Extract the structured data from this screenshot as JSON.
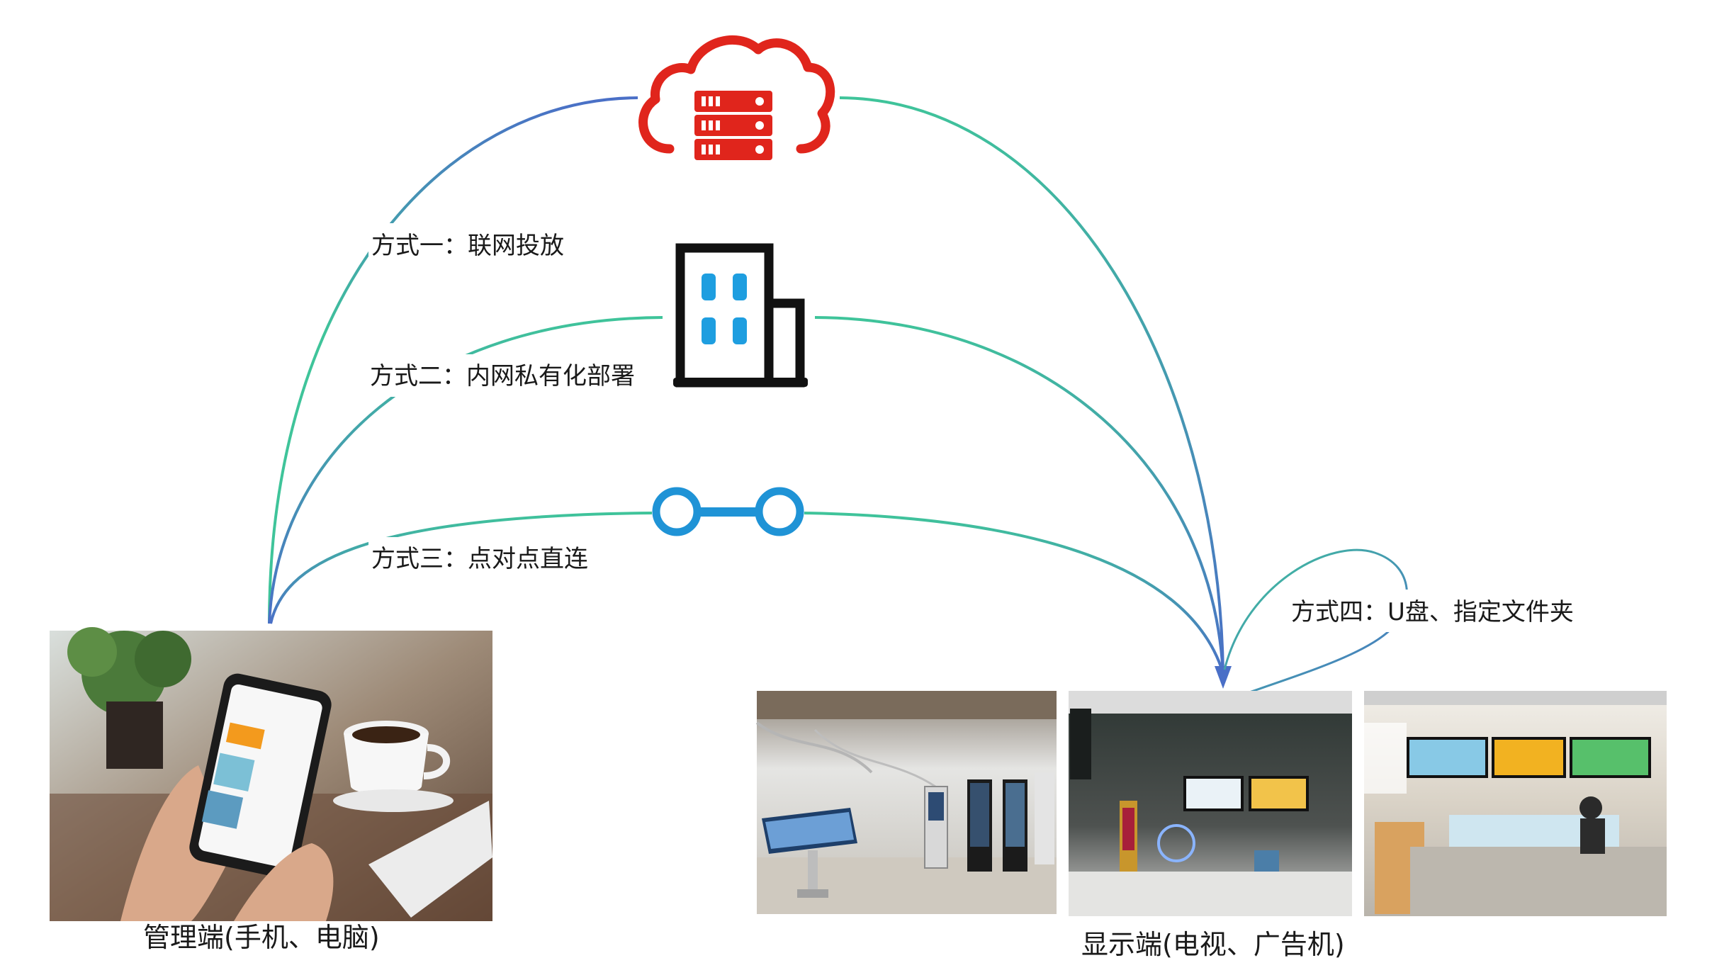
{
  "labels": {
    "method1": "方式一：联网投放",
    "method2": "方式二：内网私有化部署",
    "method3": "方式三：点对点直连",
    "method4": "方式四：U盘、指定文件夹"
  },
  "nodes": {
    "management": {
      "caption": "管理端(手机、电脑)"
    },
    "display": {
      "caption": "显示端(电视、广告机)"
    }
  },
  "icons": {
    "cloud": "cloud-server-icon",
    "building": "office-building-icon",
    "p2p": "point-to-point-link-icon"
  },
  "colors": {
    "blue_line": "#4a6fc7",
    "green_line": "#3fc49a",
    "cloud_red": "#e0251c",
    "building_blue": "#1e9ee0",
    "p2p_blue": "#1f93d6"
  }
}
